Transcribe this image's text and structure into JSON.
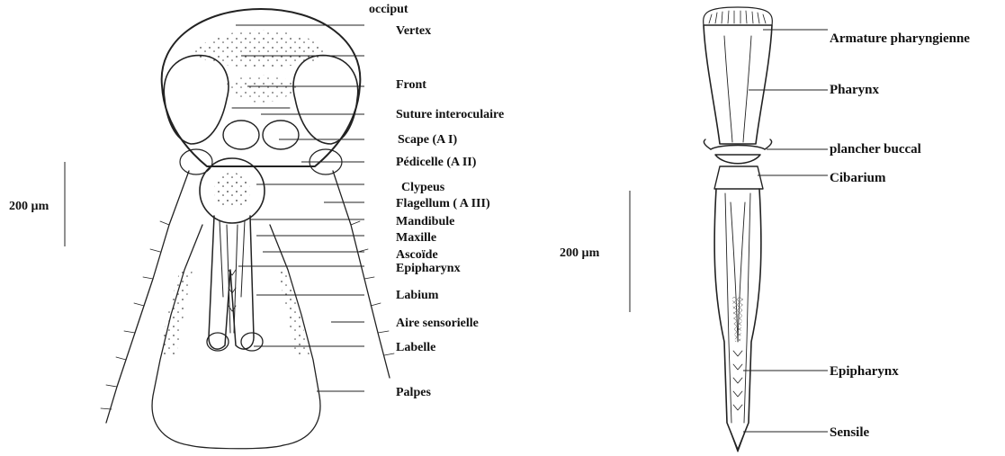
{
  "left_figure": {
    "scale_label": "200 µm",
    "labels": [
      "occiput",
      "Vertex",
      "Front",
      "Suture interoculaire",
      "Scape (A I)",
      "Pédicelle (A II)",
      "Clypeus",
      "Flagellum ( A III)",
      "Mandibule",
      "Maxille",
      "Ascoïde",
      "Epipharynx",
      "Labium",
      "Aire sensorielle",
      "Labelle",
      "Palpes"
    ]
  },
  "right_figure": {
    "scale_label": "200 µm",
    "labels": [
      "Armature pharyngienne",
      "Pharynx",
      "plancher buccal",
      "Cibarium",
      "Epipharynx",
      "Sensile"
    ]
  },
  "colors": {
    "ink": "#222222",
    "background": "#ffffff"
  }
}
